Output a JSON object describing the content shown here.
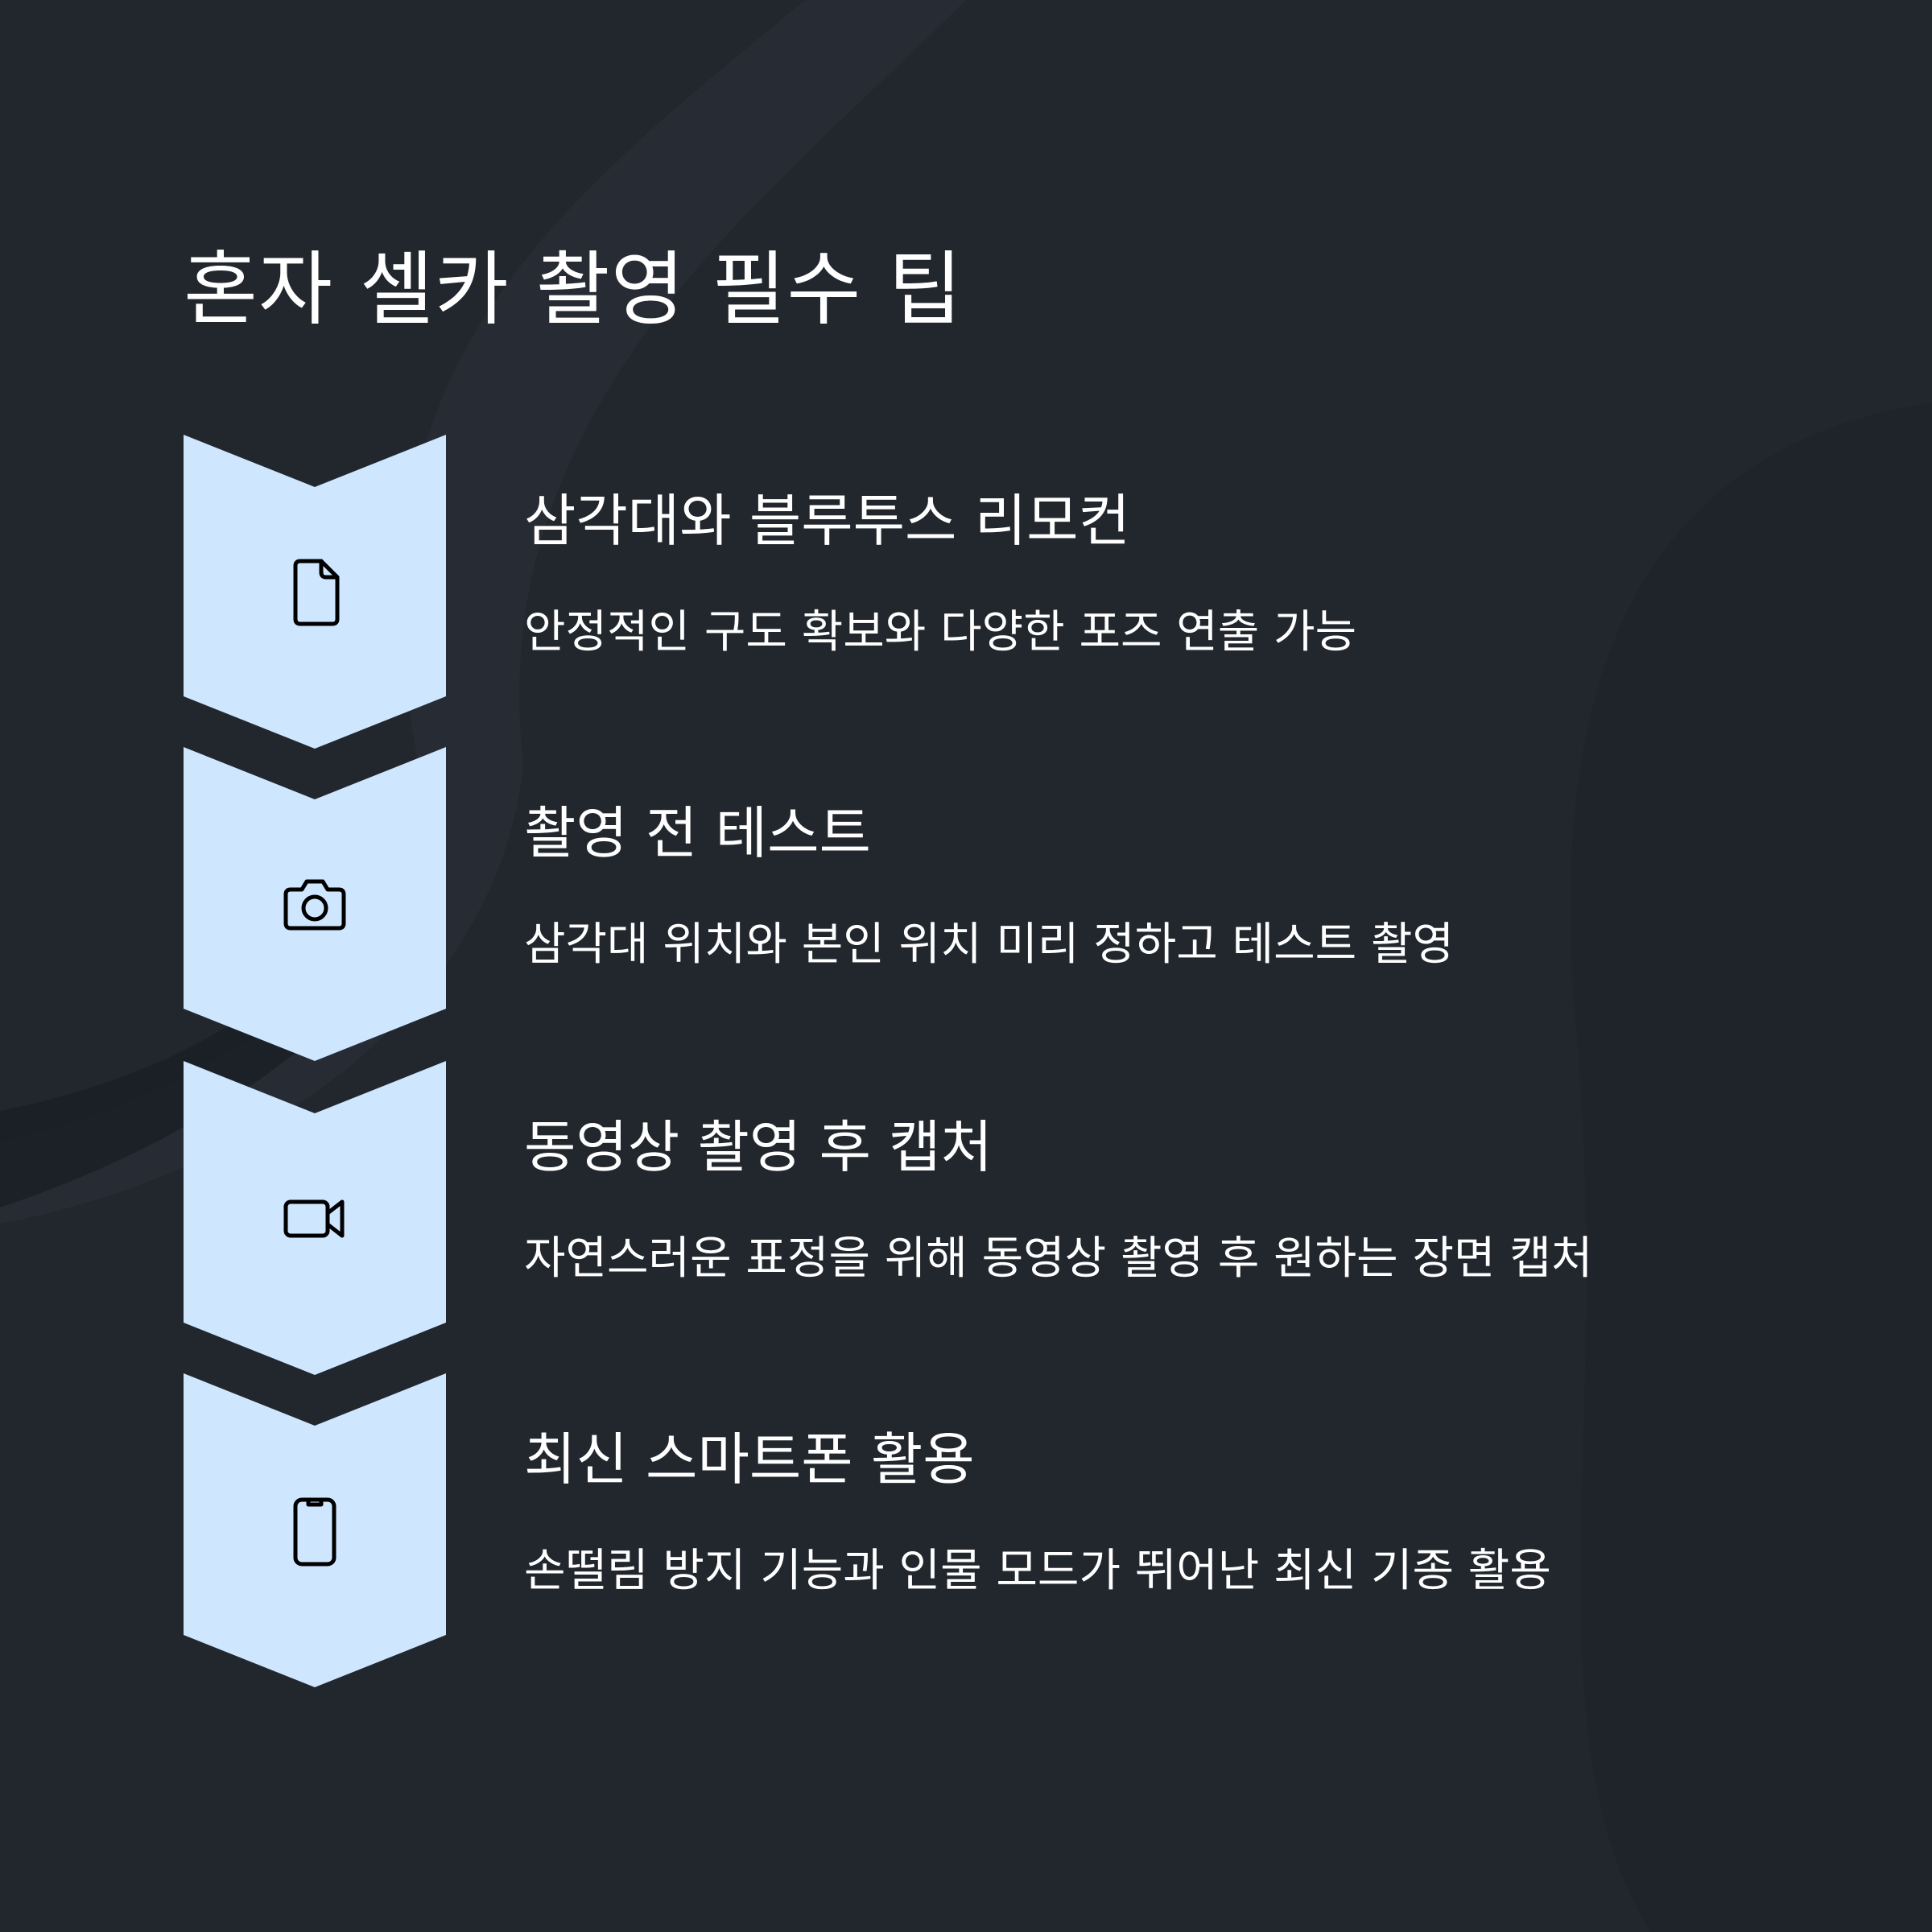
{
  "title": "혼자 셀카 촬영 필수 팁",
  "colors": {
    "background": "#22272e",
    "chevron": "#cfe6ff",
    "icon_stroke": "#000000",
    "text": "#ffffff"
  },
  "steps": [
    {
      "icon": "document-icon",
      "title": "삼각대와 블루투스 리모컨",
      "description": "안정적인 구도 확보와 다양한 포즈 연출 가능"
    },
    {
      "icon": "camera-icon",
      "title": "촬영 전 테스트",
      "description": "삼각대 위치와 본인 위치 미리 정하고 테스트 촬영"
    },
    {
      "icon": "video-camera-icon",
      "title": "동영상 촬영 후 캡처",
      "description": "자연스러운 표정을 위해 동영상 촬영 후 원하는 장면 캡처"
    },
    {
      "icon": "smartphone-icon",
      "title": "최신 스마트폰 활용",
      "description": "손떨림 방지 기능과 인물 모드가 뛰어난 최신 기종 활용"
    }
  ]
}
